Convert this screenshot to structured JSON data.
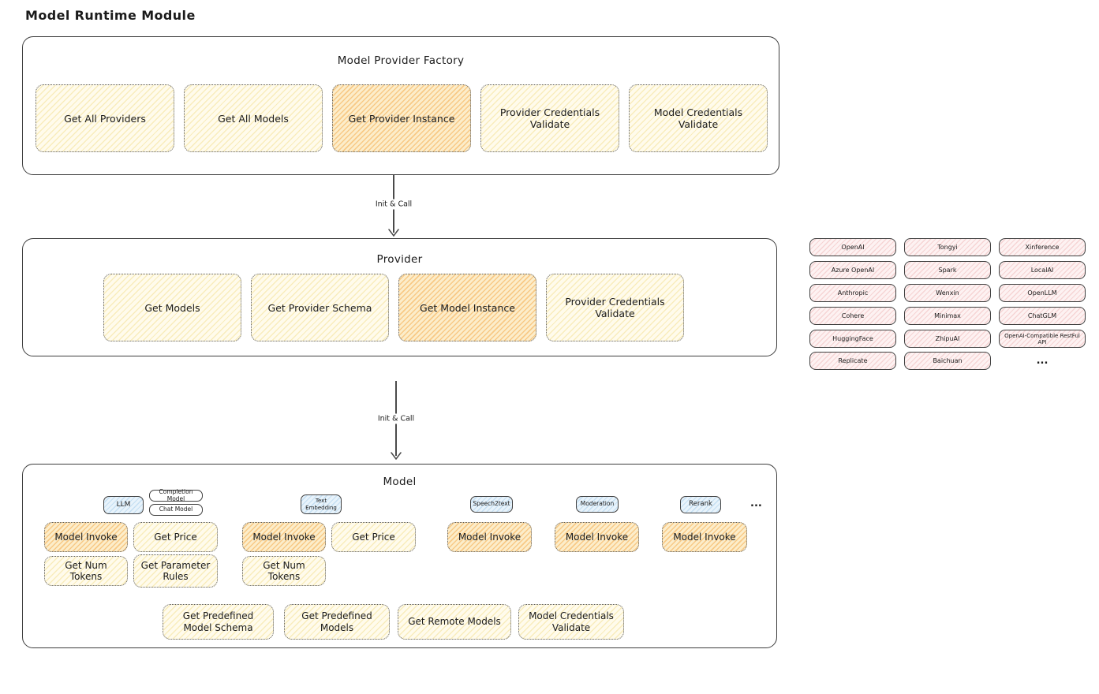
{
  "page_title": "Model Runtime Module",
  "arrows": {
    "init_call_1": "Init & Call",
    "init_call_2": "Init & Call"
  },
  "factory": {
    "title": "Model Provider Factory",
    "buttons": [
      {
        "label": "Get All Providers",
        "highlight": false
      },
      {
        "label": "Get All Models",
        "highlight": false
      },
      {
        "label": "Get Provider Instance",
        "highlight": true
      },
      {
        "label": "Provider Credentials Validate",
        "highlight": false
      },
      {
        "label": "Model Credentials Validate",
        "highlight": false
      }
    ]
  },
  "provider": {
    "title": "Provider",
    "buttons": [
      {
        "label": "Get Models",
        "highlight": false
      },
      {
        "label": "Get Provider Schema",
        "highlight": false
      },
      {
        "label": "Get Model Instance",
        "highlight": true
      },
      {
        "label": "Provider Credentials Validate",
        "highlight": false
      }
    ]
  },
  "providers_list": {
    "items": [
      "OpenAI",
      "Tongyi",
      "Xinference",
      "Azure OpenAI",
      "Spark",
      "LocalAI",
      "Anthropic",
      "Wenxin",
      "OpenLLM",
      "Cohere",
      "Minimax",
      "ChatGLM",
      "HuggingFace",
      "ZhipuAI",
      "OpenAI-Compatible RestFul API",
      "Replicate",
      "Baichuan"
    ],
    "more": "..."
  },
  "model": {
    "title": "Model",
    "groups": [
      {
        "badge": "LLM",
        "extra_badges": [
          "Completion Model",
          "Chat Model"
        ],
        "buttons": [
          {
            "label": "Model Invoke",
            "highlight": true
          },
          {
            "label": "Get Price",
            "highlight": false
          },
          {
            "label": "Get Num Tokens",
            "highlight": false
          },
          {
            "label": "Get Parameter Rules",
            "highlight": false
          }
        ]
      },
      {
        "badge": "Text Embedding",
        "buttons": [
          {
            "label": "Model Invoke",
            "highlight": true
          },
          {
            "label": "Get Price",
            "highlight": false
          },
          {
            "label": "Get Num Tokens",
            "highlight": false
          }
        ]
      },
      {
        "badge": "Speech2text",
        "buttons": [
          {
            "label": "Model Invoke",
            "highlight": true
          }
        ]
      },
      {
        "badge": "Moderation",
        "buttons": [
          {
            "label": "Model Invoke",
            "highlight": true
          }
        ]
      },
      {
        "badge": "Rerank",
        "buttons": [
          {
            "label": "Model Invoke",
            "highlight": true
          }
        ]
      }
    ],
    "more": "...",
    "shared_buttons": [
      {
        "label": "Get Predefined Model Schema"
      },
      {
        "label": "Get Predefined Models"
      },
      {
        "label": "Get Remote Models"
      },
      {
        "label": "Model Credentials Validate"
      }
    ]
  },
  "colors": {
    "button_yellow": "#fffbec",
    "button_orange": "#fcedca",
    "provider_pink": "#fdf2f2",
    "badge_blue": "#e8f3fb",
    "stroke": "#3d3d3d"
  }
}
